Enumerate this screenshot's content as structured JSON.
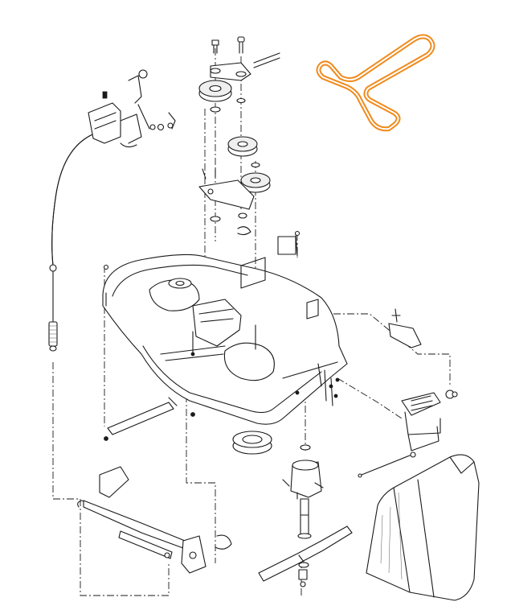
{
  "diagram": {
    "belt_color": "#f08a1c",
    "belt_outline": "#c86a06",
    "line_color": "#1a1a1a",
    "components": [
      "drive-belt",
      "engagement-lever",
      "control-cable",
      "idler-pulley-upper",
      "idler-pulley-lower",
      "idler-arm-bracket",
      "mower-deck",
      "deck-stabilizer-bracket",
      "deck-hanger-rod",
      "blade-spindle",
      "mower-blade",
      "belt-guard-ring",
      "front-hanger-bracket",
      "deflector-bracket",
      "grass-chute",
      "chute-rod",
      "hanger-arm-assembly"
    ]
  }
}
